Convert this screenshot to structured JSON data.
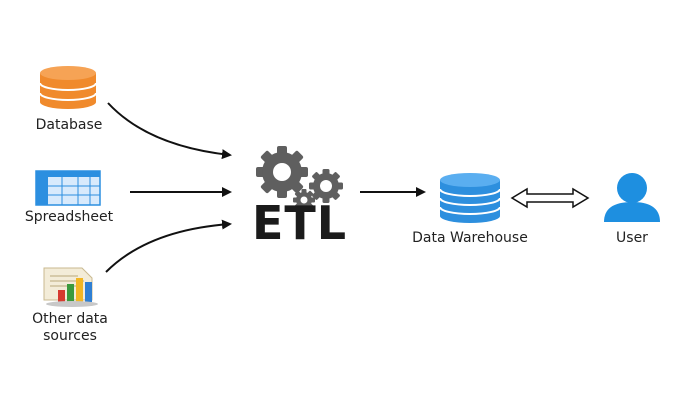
{
  "sources": {
    "database": {
      "label": "Database",
      "icon": "database-cylinder-icon",
      "color": "#f08a2c"
    },
    "spreadsheet": {
      "label": "Spreadsheet",
      "icon": "spreadsheet-grid-icon",
      "color": "#2c8fe0"
    },
    "other": {
      "label_line1": "Other data",
      "label_line2": "sources",
      "icon": "bar-chart-document-icon"
    }
  },
  "etl": {
    "label": "ETL",
    "icon": "gears-icon",
    "color": "#5f5f5f"
  },
  "warehouse": {
    "label": "Data Warehouse",
    "icon": "database-cylinder-icon",
    "color": "#2d8fde"
  },
  "user": {
    "label": "User",
    "icon": "user-icon",
    "color": "#1e8fe0"
  }
}
